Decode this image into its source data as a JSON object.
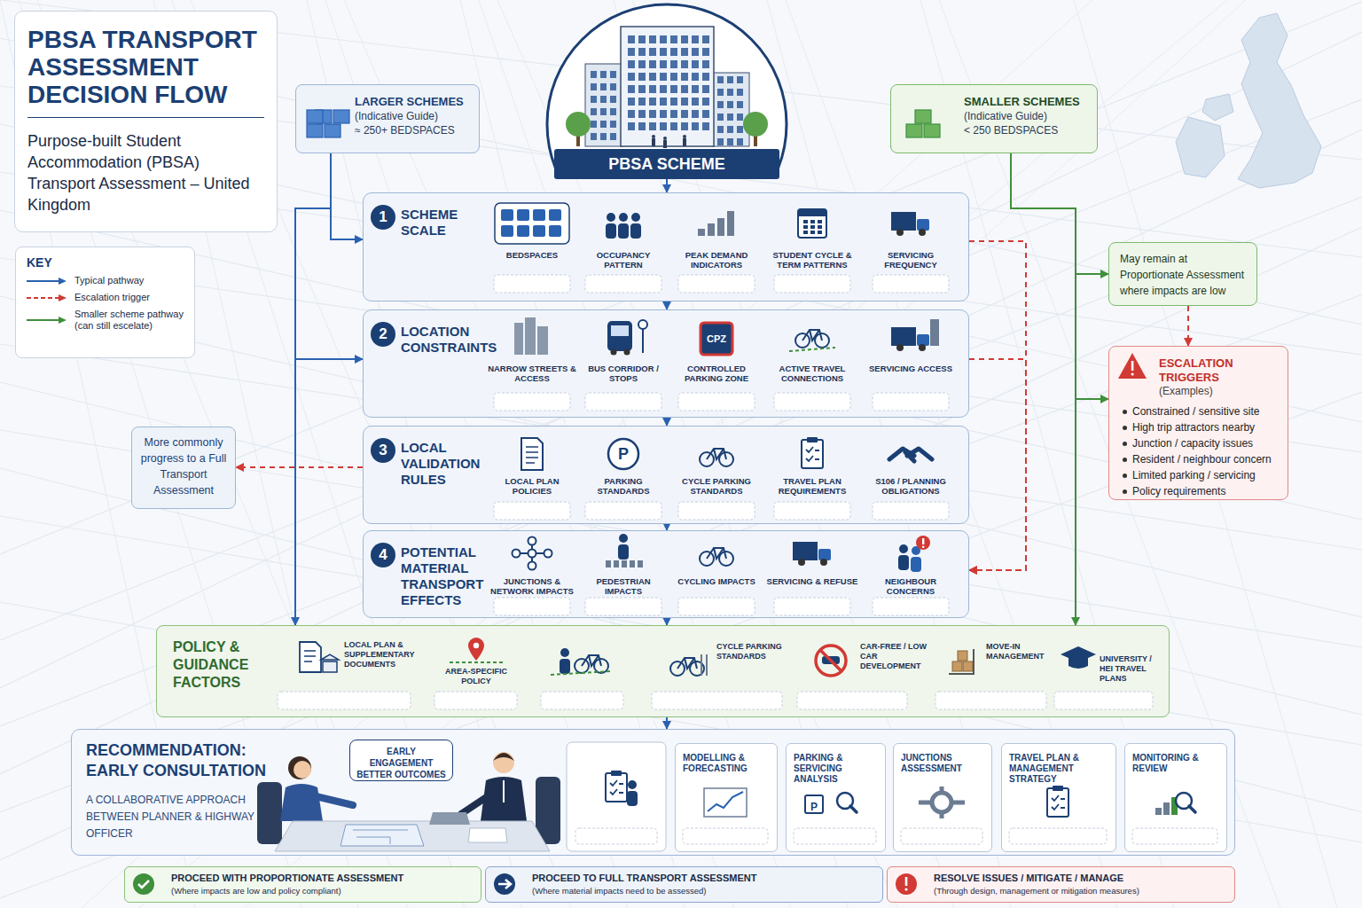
{
  "diagram": {
    "title": "PBSA TRANSPORT ASSESSMENT DECISION FLOW",
    "nodes": [
      {
        "text": [
          "PBSA TRANSPORT ASSESSMENT DECISION FLOW",
          "Purpose-built Student Accommodation (PBSA) Transport Assessment – United Kingdom"
        ]
      },
      {
        "text": [
          "KEY"
        ]
      },
      {
        "text": [
          "LARGER SCHEMES",
          "(Indicative Guide)",
          "≈ 250+ BEDSPACES"
        ]
      },
      {
        "text": [
          "PBSA SCHEME"
        ]
      },
      {
        "text": [
          "SMALLER SCHEMES",
          "(Indicative Guide)",
          "< 250 BEDSPACES"
        ]
      },
      {
        "text": [
          "1",
          "SCHEME SCALE"
        ]
      },
      {
        "text": [
          "2",
          "LOCATION CONSTRAINTS"
        ]
      },
      {
        "text": [
          "3",
          "LOCAL VALIDATION RULES"
        ]
      },
      {
        "text": [
          "4",
          "POTENTIAL MATERIAL TRANSPORT EFFECTS"
        ]
      },
      {
        "text": [
          "May remain at Proportionate Assessment where impacts are low"
        ]
      },
      {
        "text": [
          "ESCALATION TRIGGERS",
          "(Examples)",
          "Constrained / sensitive site",
          "High trip attractors nearby",
          "Junction / capacity issues",
          "Resident / neighbour concern",
          "Limited parking / servicing",
          "Policy requirements"
        ]
      },
      {
        "text": [
          "More commonly progress to a Full Transport Assessment"
        ]
      },
      {
        "text": [
          "POLICY & GUIDANCE FACTORS"
        ]
      },
      {
        "text": [
          "RECOMMENDATION: EARLY CONSULTATION",
          "A COLLABORATIVE APPROACH BETWEEN PLANNER & HIGHWAY OFFICER"
        ]
      },
      {
        "text": [
          "EARLY ENGAGEMENT BETTER OUTCOMES"
        ],
        "in": 13
      },
      {
        "text": [
          "MODELLING & FORECASTING"
        ],
        "in": 13
      },
      {
        "text": [
          "PARKING & SERVICING ANALYSIS"
        ],
        "in": 13
      },
      {
        "text": [
          "JUNCTIONS ASSESSMENT"
        ],
        "in": 13
      },
      {
        "text": [
          "TRAVEL PLAN & MANAGEMENT STRATEGY"
        ],
        "in": 13
      },
      {
        "text": [
          "MONITORING & REVIEW"
        ],
        "in": 13
      },
      {
        "text": [
          "PROCEED WITH PROPORTIONATE ASSESSMENT",
          "(Where impacts are low and policy compliant)"
        ]
      },
      {
        "text": [
          "PROCEED TO FULL TRANSPORT ASSESSMENT",
          "(Where material impacts need to be assessed)"
        ]
      },
      {
        "text": [
          "RESOLVE ISSUES / MITIGATE / MANAGE",
          "(Through design, management or mitigation measures)"
        ]
      }
    ],
    "edges": [
      {
        "from": 3,
        "to": 5,
        "arrow": "to"
      },
      {
        "from": 5,
        "to": 6,
        "arrow": "to"
      },
      {
        "from": 6,
        "to": 7,
        "arrow": "to"
      },
      {
        "from": 7,
        "to": 8,
        "arrow": "to"
      },
      {
        "from": 8,
        "to": 12,
        "arrow": "to"
      },
      {
        "from": 12,
        "to": 13,
        "arrow": "to"
      },
      {
        "from": 2,
        "to": 5,
        "arrow": "to"
      },
      {
        "from": 2,
        "to": 6,
        "arrow": "to"
      },
      {
        "from": 2,
        "to": 12,
        "arrow": "to"
      },
      {
        "from": 4,
        "to": 9,
        "arrow": "to"
      },
      {
        "from": 4,
        "to": 10,
        "arrow": "to"
      },
      {
        "from": 4,
        "to": 12,
        "arrow": "to"
      },
      {
        "from": 9,
        "to": 10,
        "arrow": "to"
      },
      {
        "from": 5,
        "to": 8,
        "arrow": "to"
      },
      {
        "from": 6,
        "to": 8,
        "arrow": "to"
      },
      {
        "from": 7,
        "to": 11,
        "arrow": "to"
      }
    ],
    "labels": [
      "BEDSPACES",
      "OCCUPANCY PATTERN",
      "PEAK DEMAND INDICATORS",
      "STUDENT CYCLE & TERM PATTERNS",
      "SERVICING FREQUENCY",
      "NARROW STREETS & ACCESS",
      "BUS CORRIDOR / STOPS",
      "CPZ",
      "CONTROLLED PARKING ZONE",
      "ACTIVE TRAVEL CONNECTIONS",
      "SERVICING ACCESS",
      "LOCAL PLAN POLICIES",
      "P",
      "PARKING STANDARDS",
      "CYCLE PARKING STANDARDS",
      "TRAVEL PLAN REQUIREMENTS",
      "S106 / PLANNING OBLIGATIONS",
      "JUNCTIONS & NETWORK IMPACTS",
      "PEDESTRIAN IMPACTS",
      "CYCLING IMPACTS",
      "SERVICING & REFUSE",
      "NEIGHBOUR CONCERNS",
      "LOCAL PLAN & SUPPLEMENTARY DOCUMENTS",
      "AREA-SPECIFIC POLICY",
      "CYCLE PARKING STANDARDS",
      "CAR-FREE / LOW CAR DEVELOPMENT",
      "MOVE-IN MANAGEMENT",
      "UNIVERSITY / HEI TRAVEL PLANS",
      "P"
    ],
    "legend": [
      {
        "text": "Typical pathway"
      },
      {
        "text": "Escalation trigger"
      },
      {
        "text": "Smaller scheme pathway (can still escelate)"
      }
    ]
  }
}
